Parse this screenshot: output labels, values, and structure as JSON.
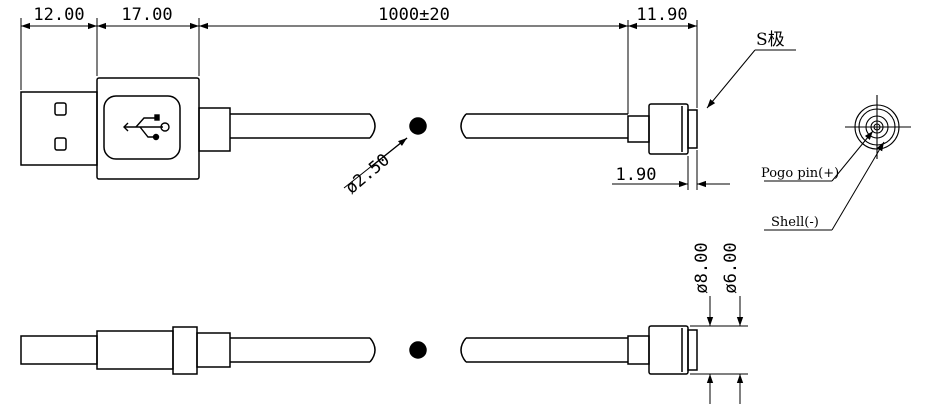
{
  "dimensions": {
    "usb_plug_length": "12.00",
    "usb_housing_length": "17.00",
    "cable_length": "1000±20",
    "tip_length": "11.90",
    "tip_step": "1.90",
    "cable_diameter": "ø2.50",
    "outer_diameter": "ø8.00",
    "inner_diameter": "ø6.00"
  },
  "labels": {
    "s_pole": "S极",
    "pogo_pin": "Pogo pin(+)",
    "shell": "Shell(-)"
  },
  "icons": {
    "usb_symbol": "usb-icon"
  }
}
